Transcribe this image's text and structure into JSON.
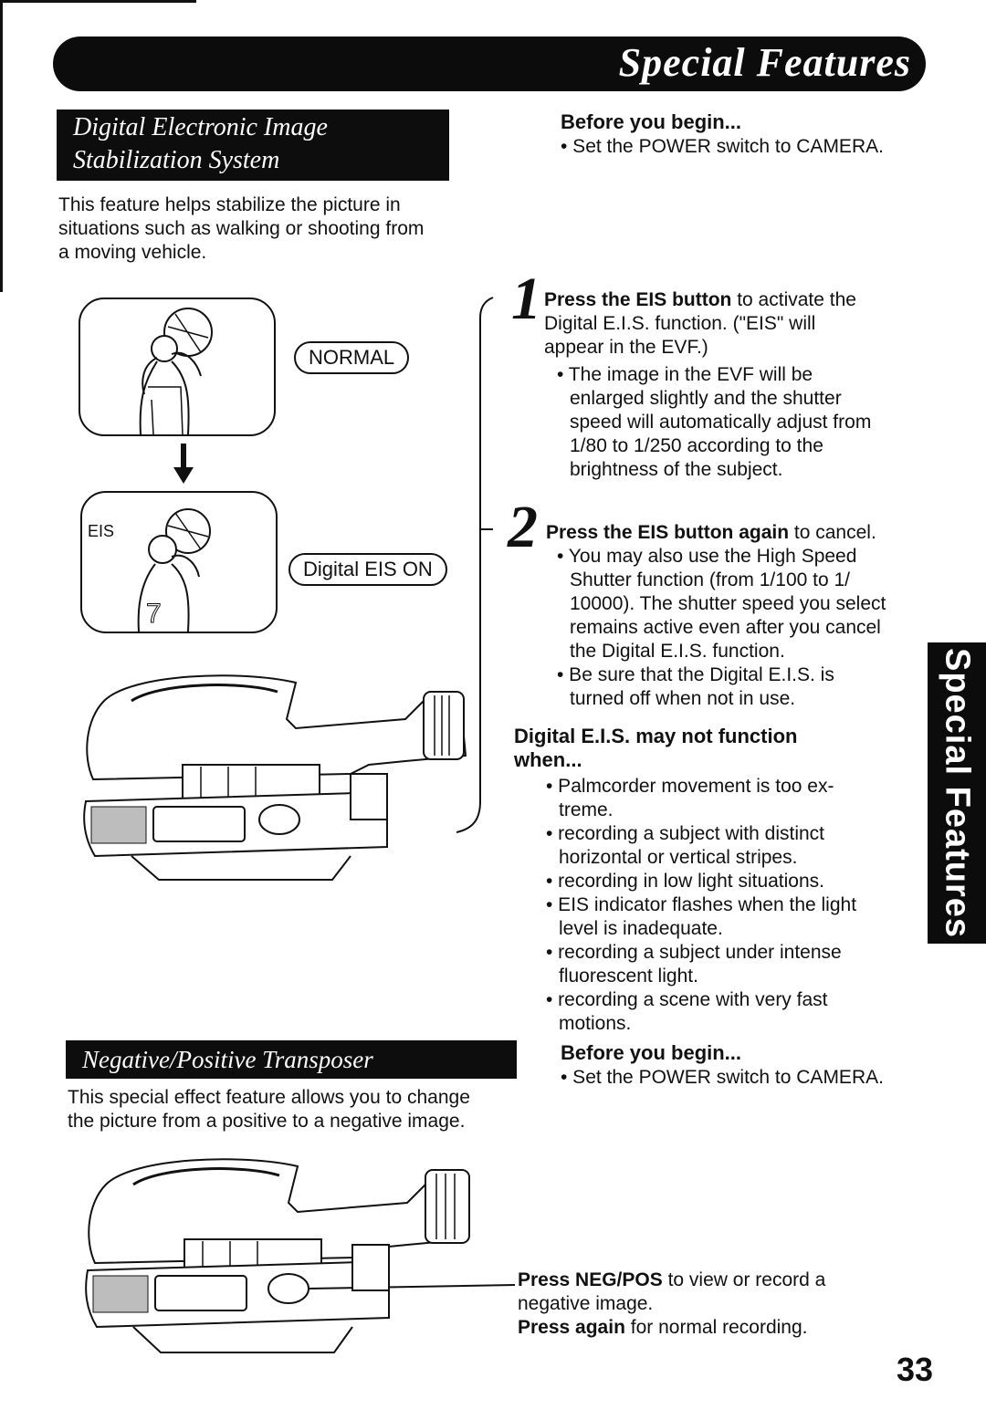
{
  "header": {
    "title": "Special Features"
  },
  "eis_section": {
    "title_line1": "Digital Electronic Image",
    "title_line2": "Stabilization System",
    "intro_line1": "This feature helps stabilize the picture in",
    "intro_line2": "situations such as walking or shooting from",
    "intro_line3": "a moving vehicle.",
    "label_normal": "NORMAL",
    "label_digital_eis_on": "Digital EIS ON",
    "label_eis": "EIS",
    "before_heading": "Before you begin...",
    "before_item": "• Set the POWER switch to CAMERA.",
    "step1": {
      "number": "1",
      "bold": "Press the EIS button",
      "text_rest": " to activate the",
      "line2": "Digital E.I.S. function. (\"EIS\" will",
      "line3": "appear in the EVF.)",
      "bullet_line1": "• The image in the EVF will be",
      "bullet_line2": "enlarged slightly and the shutter",
      "bullet_line3": "speed will automatically adjust from",
      "bullet_line4": "1/80 to 1/250 according to the",
      "bullet_line5": "brightness of the subject."
    },
    "step2": {
      "number": "2",
      "bold": "Press the EIS button again",
      "text_rest": " to cancel.",
      "b1_line1": "• You may also use the High Speed",
      "b1_line2": "Shutter function (from 1/100 to 1/",
      "b1_line3": "10000). The shutter speed you select",
      "b1_line4": "remains active even after you cancel",
      "b1_line5": "the Digital E.I.S. function.",
      "b2_line1": "• Be sure that the Digital E.I.S. is",
      "b2_line2": "turned off when not in use."
    },
    "not_function": {
      "heading_line1": "Digital E.I.S. may not function",
      "heading_line2": "when...",
      "items": [
        [
          "• Palmcorder movement is too ex-",
          "treme."
        ],
        [
          "• recording a subject with distinct",
          "horizontal or vertical stripes."
        ],
        [
          "• recording in low light situations."
        ],
        [
          "• EIS indicator flashes when the light",
          "level is inadequate."
        ],
        [
          "• recording a subject under intense",
          "fluorescent light."
        ],
        [
          "• recording a scene with very fast",
          "motions."
        ]
      ]
    }
  },
  "neg_section": {
    "title": "Negative/Positive Transposer",
    "intro_line1": "This special effect feature allows you to change",
    "intro_line2": "the picture from a positive to a negative image.",
    "before_heading": "Before you begin...",
    "before_item": "• Set the POWER switch to CAMERA.",
    "instr_bold1": "Press NEG/POS",
    "instr_rest1": " to view or record a",
    "instr_line2": "negative image.",
    "instr_bold2": "Press again",
    "instr_rest2": " for normal recording."
  },
  "side_tab": {
    "label": "Special Features"
  },
  "page_number": "33"
}
